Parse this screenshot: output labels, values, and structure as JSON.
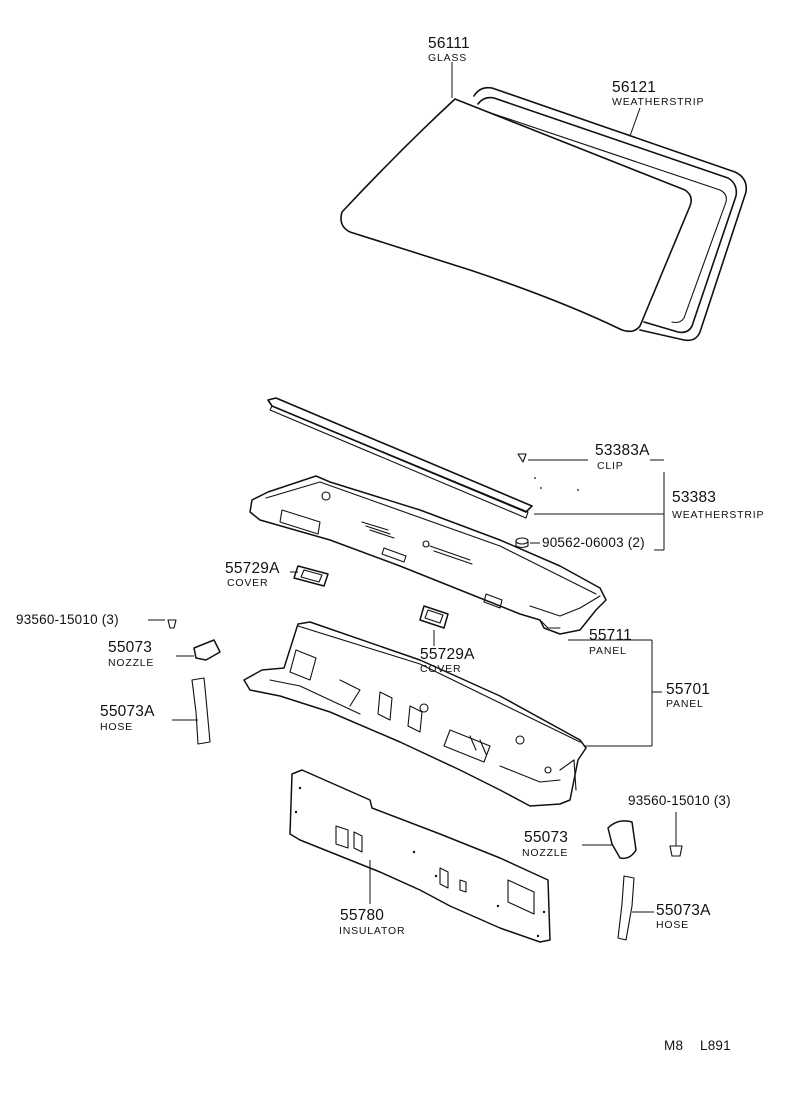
{
  "callouts": {
    "glass": {
      "number": "56111",
      "name": "GLASS"
    },
    "weatherstrip_glass": {
      "number": "56121",
      "name": "WEATHERSTRIP"
    },
    "clip": {
      "number": "53383A",
      "name": "CLIP"
    },
    "weatherstrip_cowl": {
      "number": "53383",
      "name": "WEATHERSTRIP"
    },
    "nut": {
      "number": "90562-06003 (2)"
    },
    "cover_left": {
      "number": "55729A",
      "name": "COVER"
    },
    "cover_mid": {
      "number": "55729A",
      "name": "COVER"
    },
    "screw_left": {
      "number": "93560-15010 (3)"
    },
    "nozzle_left": {
      "number": "55073",
      "name": "NOZZLE"
    },
    "hose_left": {
      "number": "55073A",
      "name": "HOSE"
    },
    "panel_upper": {
      "number": "55711",
      "name": "PANEL"
    },
    "panel_assy": {
      "number": "55701",
      "name": "PANEL"
    },
    "screw_right": {
      "number": "93560-15010 (3)"
    },
    "nozzle_right": {
      "number": "55073",
      "name": "NOZZLE"
    },
    "hose_right": {
      "number": "55073A",
      "name": "HOSE"
    },
    "insulator": {
      "number": "55780",
      "name": "INSULATOR"
    }
  },
  "footer": {
    "code": "M8",
    "page": "L891"
  }
}
